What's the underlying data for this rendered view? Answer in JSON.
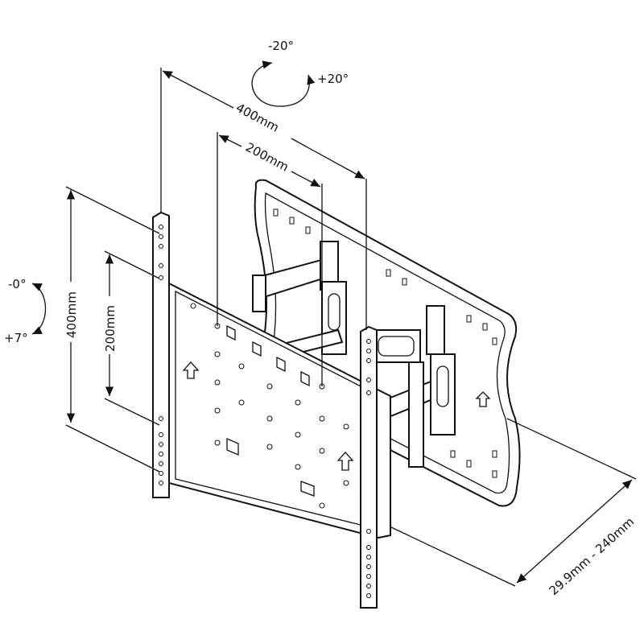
{
  "diagram": {
    "swivel": {
      "minus": "-20°",
      "plus": "+20°"
    },
    "tilt": {
      "minus": "-0°",
      "plus": "+7°"
    },
    "horizontal_outer": "400mm",
    "horizontal_inner": "200mm",
    "vertical_outer": "400mm",
    "vertical_inner": "200mm",
    "depth_range": "29.9mm - 240mm"
  },
  "colors": {
    "line": "#111111",
    "background": "#ffffff"
  }
}
